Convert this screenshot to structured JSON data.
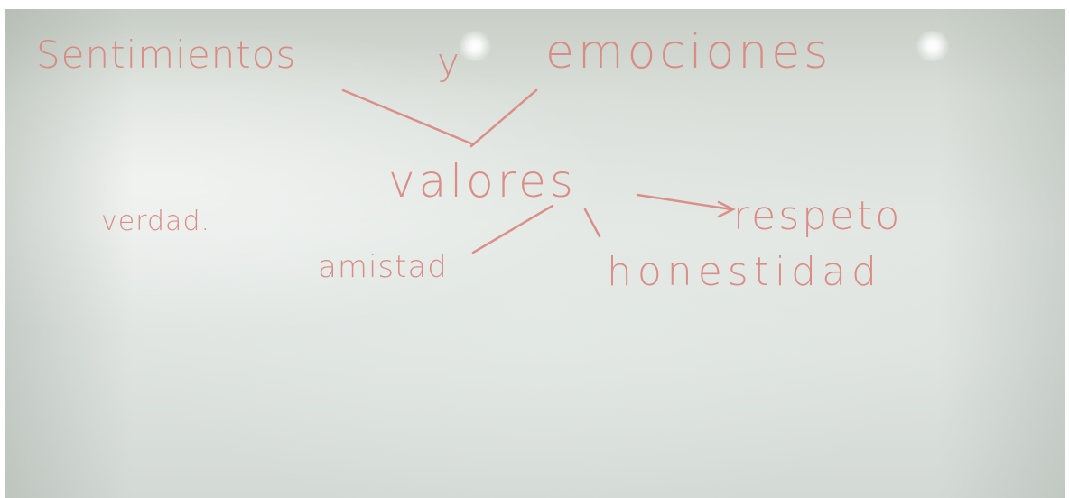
{
  "whiteboard": {
    "top_left": "Sentimientos",
    "conjunction": "y",
    "top_right": "emociones",
    "center": "valores",
    "left": "verdad.",
    "right": "respeto",
    "bottom_left": "amistad",
    "bottom_right": "honestidad"
  },
  "ink_color": "#d9867e",
  "board_color": "#dfe4e1"
}
